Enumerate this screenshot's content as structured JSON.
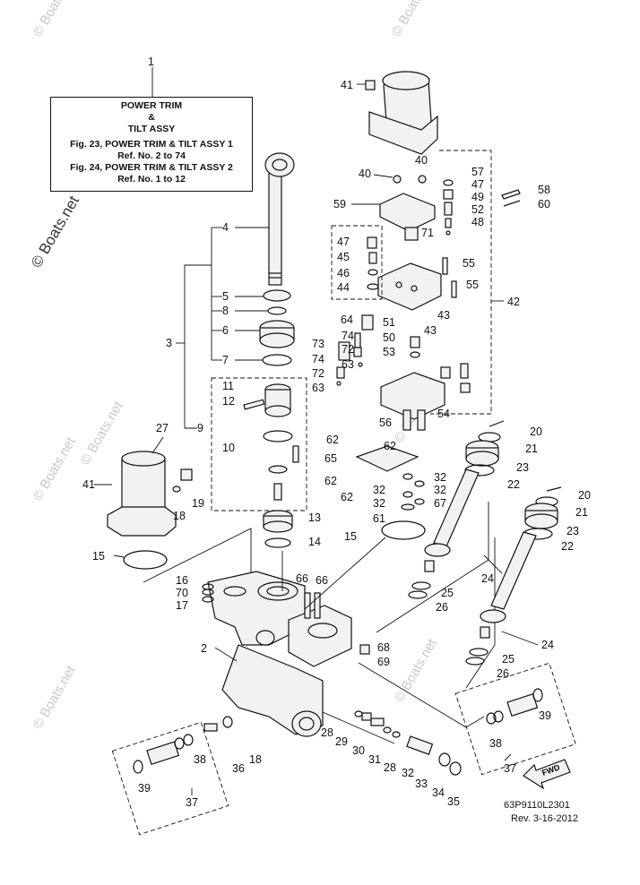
{
  "title_box": {
    "ref": "1",
    "line1": "POWER TRIM",
    "line2": "&",
    "line3": "TILT ASSY",
    "line4": "Fig. 23, POWER TRIM & TILT ASSY 1",
    "line5": "Ref. No. 2 to 74",
    "line6": "Fig. 24, POWER TRIM & TILT ASSY 2",
    "line7": "Ref. No. 1 to 12"
  },
  "watermark": "© Boats.net",
  "drawing_code": "63P9110L2301",
  "revision": "Rev.  3-16-2012",
  "fwd_label": "FWD",
  "callouts": {
    "c41a": "41",
    "c40a": "40",
    "c40b": "40",
    "c57": "57",
    "c47a": "47",
    "c49": "49",
    "c52": "52",
    "c48": "48",
    "c58": "58",
    "c60": "60",
    "c59": "59",
    "c71": "71",
    "c47b": "47",
    "c45": "45",
    "c46": "46",
    "c44": "44",
    "c55a": "55",
    "c55b": "55",
    "c42": "42",
    "c43a": "43",
    "c43b": "43",
    "c4": "4",
    "c5": "5",
    "c8": "8",
    "c3": "3",
    "c6": "6",
    "c7": "7",
    "c64": "64",
    "c51": "51",
    "c74a": "74",
    "c73": "73",
    "c72a": "72",
    "c50": "50",
    "c53": "53",
    "c74b": "74",
    "c63a": "63",
    "c72b": "72",
    "c63b": "63",
    "c11": "11",
    "c12": "12",
    "c9": "9",
    "c10": "10",
    "c27": "27",
    "c56": "56",
    "c54": "54",
    "c20a": "20",
    "c21a": "21",
    "c62a": "62",
    "c62b": "62",
    "c65": "65",
    "c23a": "23",
    "c22a": "22",
    "c62c": "62",
    "c62d": "62",
    "c32a": "32",
    "c32b": "32",
    "c32c": "32",
    "c32d": "32",
    "c67": "67",
    "c61": "61",
    "c20b": "20",
    "c21b": "21",
    "c23b": "23",
    "c22b": "22",
    "c41b": "41",
    "c19": "19",
    "c18a": "18",
    "c15a": "15",
    "c13": "13",
    "c14": "14",
    "c15b": "15",
    "c16": "16",
    "c70": "70",
    "c17": "17",
    "c66a": "66",
    "c66b": "66",
    "c24a": "24",
    "c25a": "25",
    "c26a": "26",
    "c2": "2",
    "c68": "68",
    "c69": "69",
    "c24b": "24",
    "c25b": "25",
    "c26b": "26",
    "c28a": "28",
    "c29": "29",
    "c30": "30",
    "c31": "31",
    "c28b": "28",
    "c32e": "32",
    "c33": "33",
    "c34": "34",
    "c35": "35",
    "c38a": "38",
    "c36": "36",
    "c18b": "18",
    "c39a": "39",
    "c37a": "37",
    "c38b": "38",
    "c39b": "39",
    "c37b": "37"
  }
}
